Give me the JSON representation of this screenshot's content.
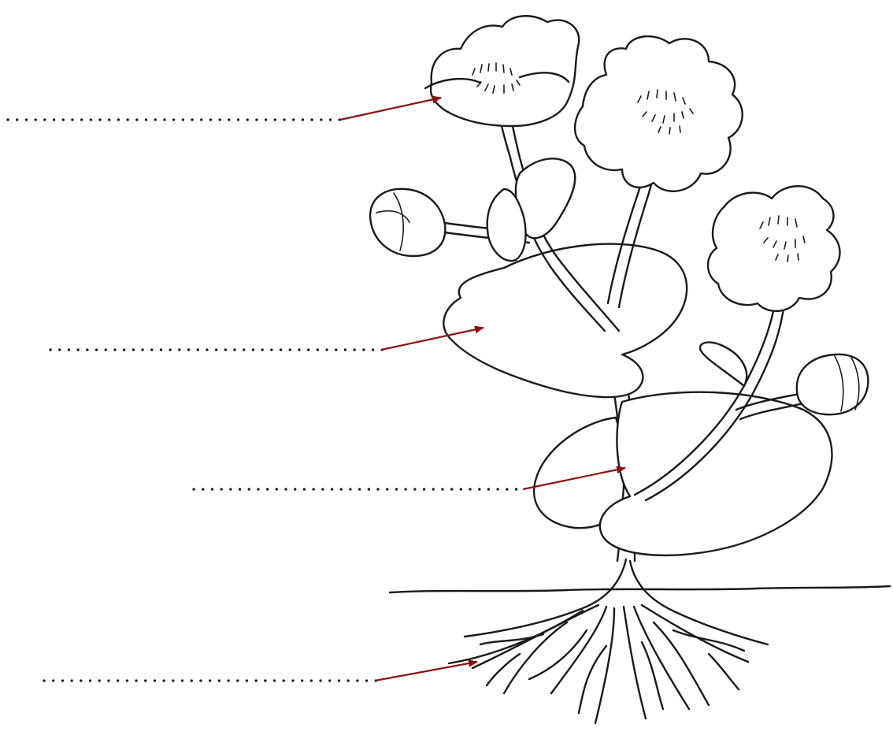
{
  "worksheet": {
    "labels": [
      {
        "id": "flower",
        "text": "",
        "arrow_color": "#8a1212"
      },
      {
        "id": "leaf",
        "text": "",
        "arrow_color": "#8a1212"
      },
      {
        "id": "stem",
        "text": "",
        "arrow_color": "#8a1212"
      },
      {
        "id": "root",
        "text": "",
        "arrow_color": "#8a1212"
      }
    ]
  }
}
